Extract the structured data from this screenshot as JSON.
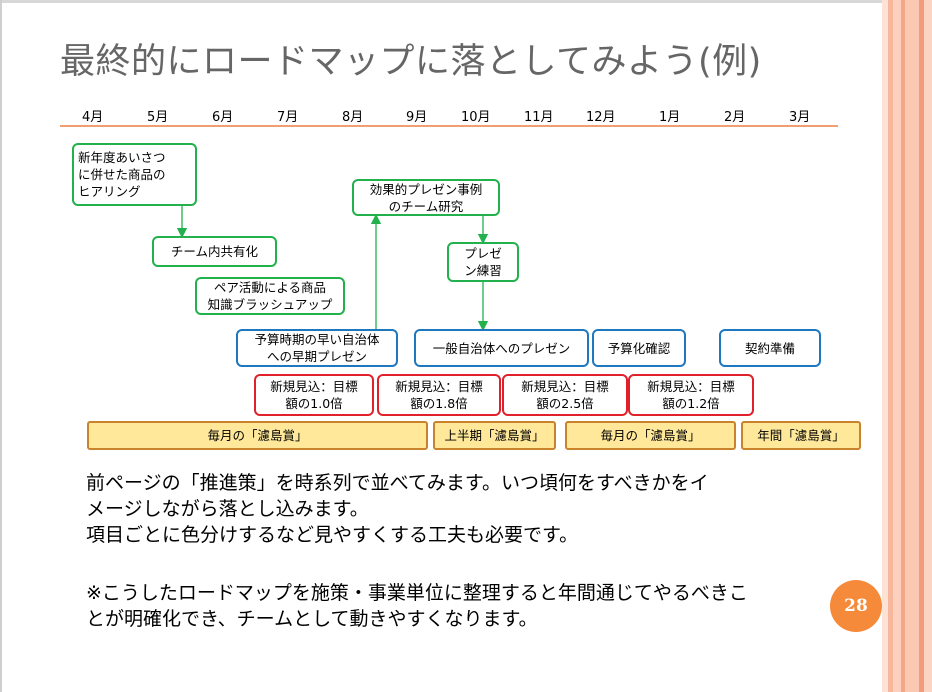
{
  "title": "最終的にロードマップに落としてみよう(例)",
  "months": [
    "4月",
    "5月",
    "6月",
    "7月",
    "8月",
    "9月",
    "10月",
    "11月",
    "12月",
    "1月",
    "2月",
    "3月"
  ],
  "green_boxes": {
    "hearing": "新年度あいさつ\nに併せた商品の\nヒアリング",
    "team_share": "チーム内共有化",
    "pair_activity": "ペア活動による商品\n知識ブラッシュアップ",
    "case_study": "効果的プレゼン事例\nのチーム研究",
    "presentation_practice": "プレゼ\nン練習"
  },
  "blue_boxes": {
    "early_presentation": "予算時期の早い自治体\nへの早期プレゼン",
    "general_presentation": "一般自治体へのプレゼン",
    "budget_confirm": "予算化確認",
    "contract_prep": "契約準備"
  },
  "red_boxes": {
    "target_1": "新規見込：目標\n額の1.0倍",
    "target_2": "新規見込：目標\n額の1.8倍",
    "target_3": "新規見込：目標\n額の2.5倍",
    "target_4": "新規見込：目標\n額の1.2倍"
  },
  "yellow_boxes": {
    "monthly_1": "毎月の「濾島賞」",
    "half_year": "上半期「濾島賞」",
    "monthly_2": "毎月の「濾島賞」",
    "annual": "年間「濾島賞」"
  },
  "body": {
    "line1": "前ページの「推進策」を時系列で並べてみます。いつ頃何をすべきかをイ",
    "line2": "メージしながら落とし込みます。",
    "line3": "項目ごとに色分けするなど見やすくする工夫も必要です。",
    "line4": "※こうしたロードマップを施策・事業単位に整理すると年間通じてやるべきこ",
    "line5": "とが明確化でき、チームとして動きやすくなります。"
  },
  "page_number": "28",
  "colors": {
    "green": "#22b14c",
    "blue": "#1e78c0",
    "red": "#e0202a",
    "yellow_fill": "#ffe89a",
    "yellow_border": "#c8832c",
    "timeline": "#f0a070",
    "badge": "#f58a3a"
  }
}
